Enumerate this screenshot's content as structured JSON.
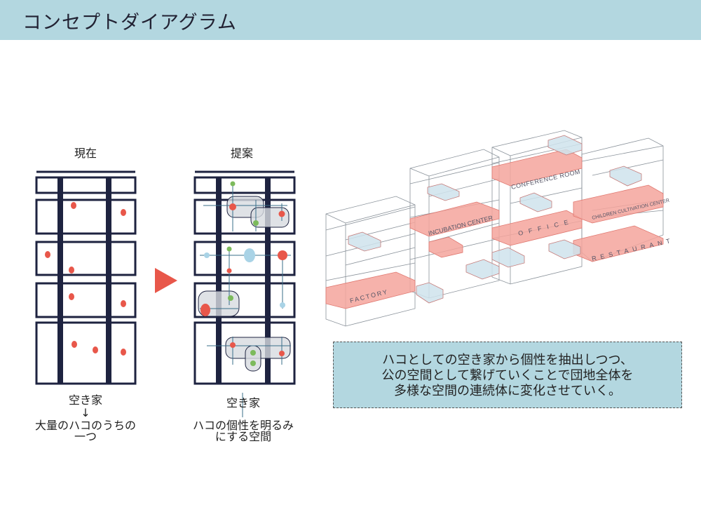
{
  "header": {
    "title": "コンセプトダイアグラム"
  },
  "current": {
    "heading": "現在",
    "caption_top": "空き家",
    "arrow": "↓",
    "caption_line1": "大量のハコのうちの",
    "caption_line2": "一つ"
  },
  "proposal": {
    "heading": "提案",
    "caption_top": "空き家",
    "caption_line1": "ハコの個性を明るみ",
    "caption_line2": "にする空間"
  },
  "iso_labels": {
    "factory": "FACTORY",
    "incubation": "INCUBATION CENTER",
    "conference": "CONFERENCE ROOM",
    "office": "OFFICE",
    "children": "CHILDREN CULTIVATION CENTER",
    "restaurant": "RESTAURANT"
  },
  "note": {
    "line1": "ハコとしての空き家から個性を抽出しつつ、",
    "line2": "公の空間として繋げていくことで団地全体を",
    "line3": "多様な空間の連続体に変化させていく。"
  },
  "colors": {
    "header": "#b3d7e0",
    "navy": "#1e2340",
    "red": "#e8574a",
    "arrow": "#e8574a",
    "pink": "#f4a49c",
    "blue": "#cfe3ec"
  }
}
